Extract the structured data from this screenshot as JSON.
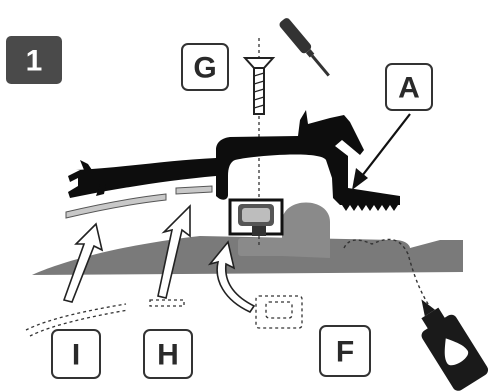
{
  "step": {
    "number": "1"
  },
  "labels": {
    "a": "A",
    "f": "F",
    "g": "G",
    "h": "H",
    "i": "I"
  },
  "colors": {
    "ink": "#0d0d0d",
    "ground": "#7a7a7a",
    "knob": "#8a8a8a",
    "step_badge": "#4a4a4a",
    "label_border": "#333333",
    "strip": "#c8c8c8"
  },
  "icons": {
    "screwdriver": "screwdriver-icon",
    "screw": "screw-icon",
    "glue_bottle": "glue-bottle-icon"
  }
}
